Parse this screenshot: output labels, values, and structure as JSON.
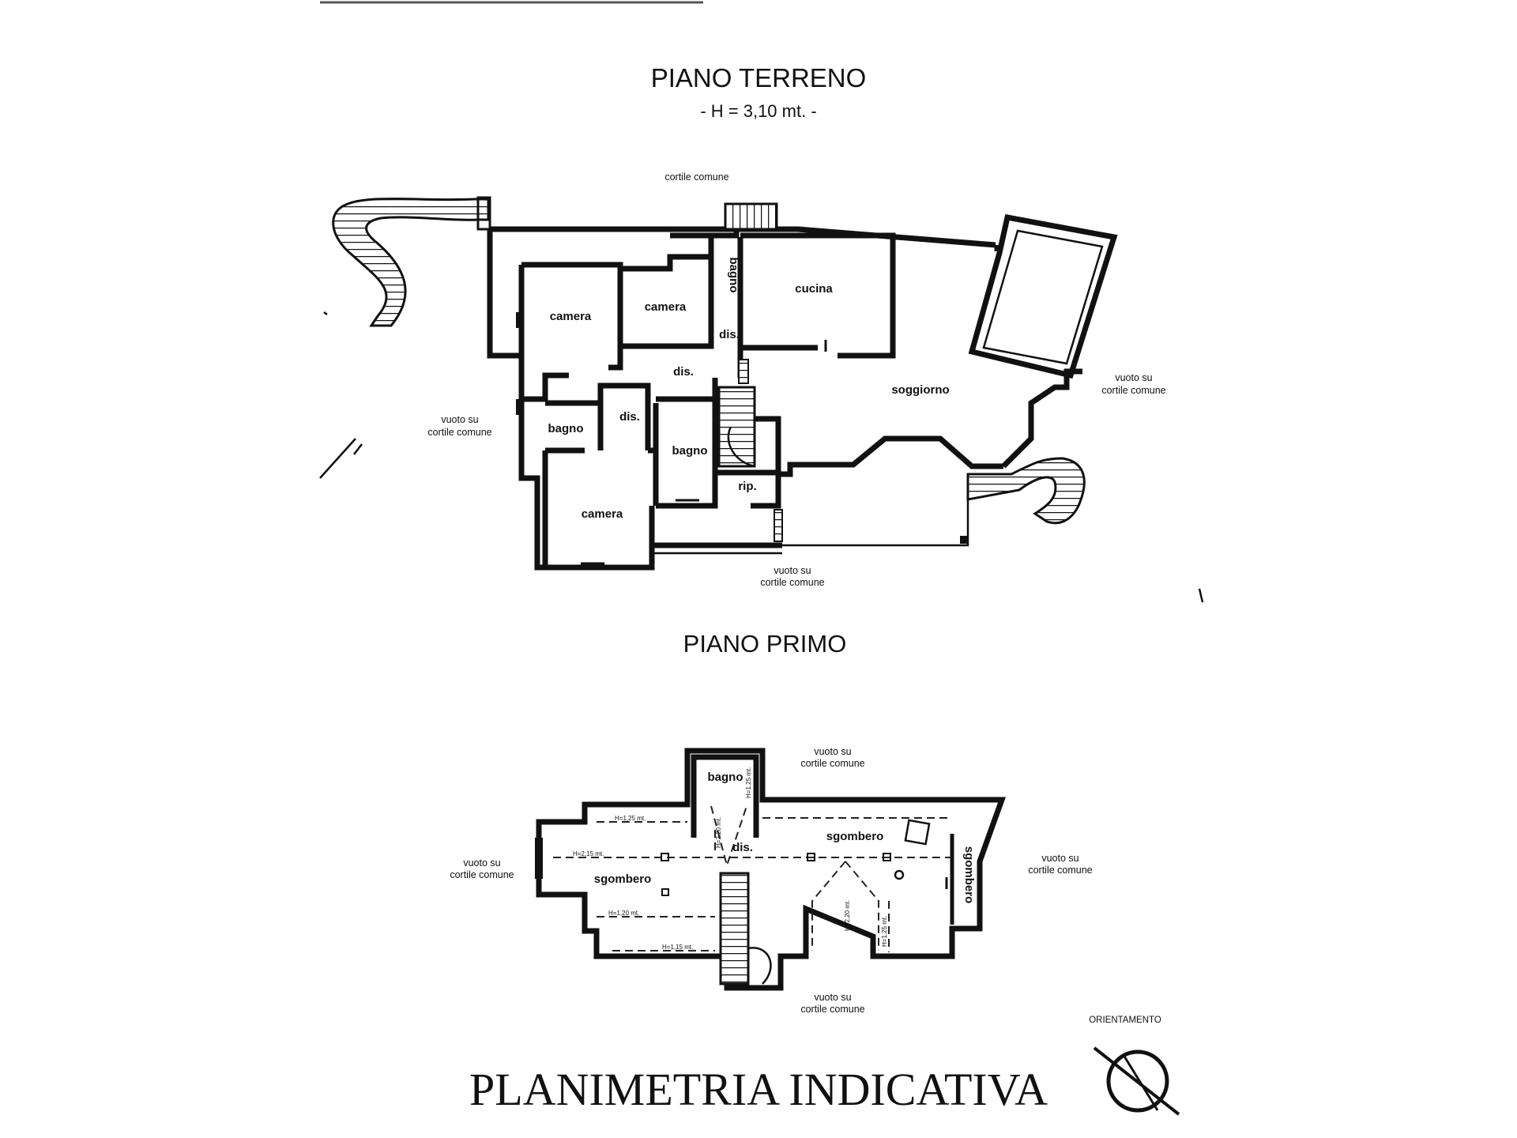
{
  "ground_floor": {
    "title": "PIANO TERRENO",
    "height_note": "- H = 3,10 mt. -",
    "labels": {
      "cortile_top": "cortile comune",
      "camera_1": "camera",
      "camera_2": "camera",
      "camera_3": "camera",
      "bagno_1": "bagno",
      "bagno_2": "bagno",
      "bagno_3": "bagno",
      "cucina": "cucina",
      "soggiorno": "soggiorno",
      "dis_1": "dis.",
      "dis_2": "dis.",
      "dis_3": "dis.",
      "rip": "rip.",
      "vuoto_left_1": "vuoto su",
      "vuoto_left_2": "cortile comune",
      "vuoto_right_1": "vuoto su",
      "vuoto_right_2": "cortile comune",
      "vuoto_bottom_1": "vuoto su",
      "vuoto_bottom_2": "cortile comune"
    }
  },
  "first_floor": {
    "title": "PIANO PRIMO",
    "labels": {
      "vuoto_top_1": "vuoto su",
      "vuoto_top_2": "cortile comune",
      "vuoto_left_1": "vuoto su",
      "vuoto_left_2": "cortile comune",
      "vuoto_right_1": "vuoto su",
      "vuoto_right_2": "cortile comune",
      "vuoto_bottom_1": "vuoto su",
      "vuoto_bottom_2": "cortile comune",
      "bagno": "bagno",
      "dis": "dis.",
      "sgombero_1": "sgombero",
      "sgombero_2": "sgombero",
      "sgombero_3": "sgombero",
      "h_1": "H=1,25 mt.",
      "h_2": "H=2,15 mt.",
      "h_3": "H=1,20 mt.",
      "h_4": "H=1,15 mt.",
      "h_5": "H=2,20 mt.",
      "h_6": "H=1,25 mt.",
      "h_7": "H=2,20 mt.",
      "h_8": "H=1,25 mt."
    }
  },
  "orientation_label": "ORIENTAMENTO",
  "footer_title": "PLANIMETRIA INDICATIVA"
}
